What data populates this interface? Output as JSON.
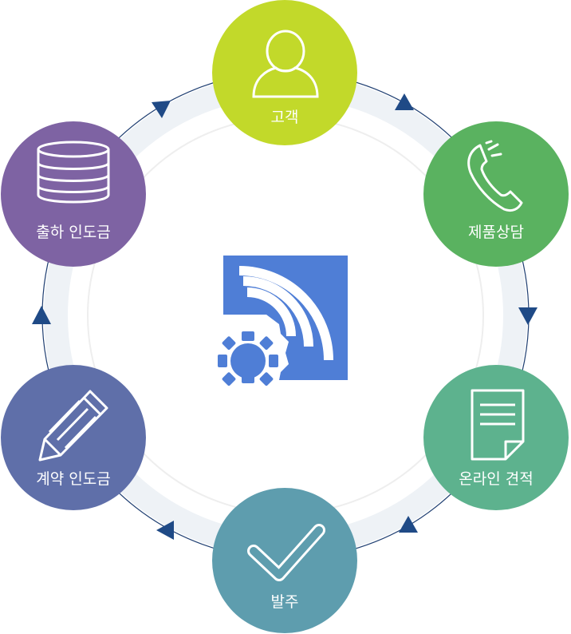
{
  "steps": [
    {
      "label": "고객",
      "icon": "person-icon",
      "color": "#c2d92a"
    },
    {
      "label": "제품상담",
      "icon": "phone-icon",
      "color": "#5ab260"
    },
    {
      "label": "온라인 견적",
      "icon": "document-icon",
      "color": "#5db28e"
    },
    {
      "label": "발주",
      "icon": "checkmark-icon",
      "color": "#5e9dae"
    },
    {
      "label": "계약 인도금",
      "icon": "pencil-icon",
      "color": "#5f6fa9"
    },
    {
      "label": "출하 인도금",
      "icon": "database-icon",
      "color": "#7e63a3"
    }
  ],
  "center_logo": {
    "icon": "rss-gear-logo-icon",
    "color": "#4f7ed6"
  },
  "ring": {
    "track_color": "#eef2f6",
    "line_color": "#1f3f72",
    "arrow_color": "#1f4a86"
  }
}
